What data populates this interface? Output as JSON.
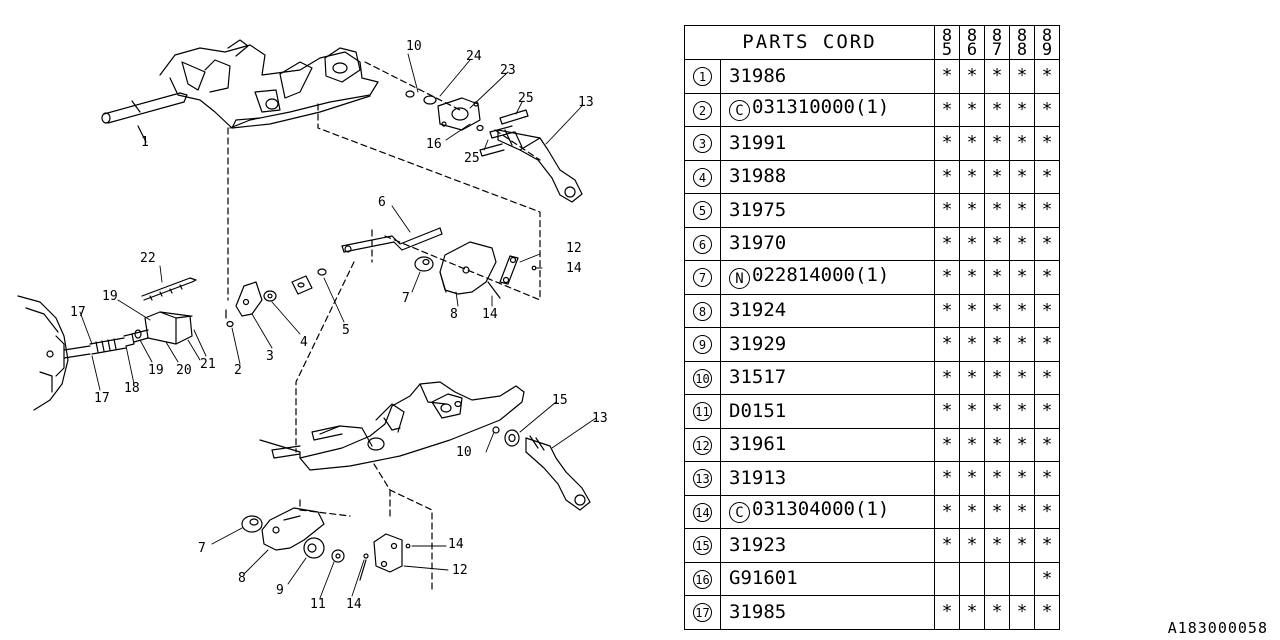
{
  "table": {
    "title": "PARTS CORD",
    "years": [
      [
        "8",
        "5"
      ],
      [
        "8",
        "6"
      ],
      [
        "8",
        "7"
      ],
      [
        "8",
        "8"
      ],
      [
        "8",
        "9"
      ]
    ],
    "rows": [
      {
        "num": "1",
        "prefix": "",
        "code": "31986",
        "marks": [
          "*",
          "*",
          "*",
          "*",
          "*"
        ]
      },
      {
        "num": "2",
        "prefix": "C",
        "code": "031310000(1)",
        "marks": [
          "*",
          "*",
          "*",
          "*",
          "*"
        ]
      },
      {
        "num": "3",
        "prefix": "",
        "code": "31991",
        "marks": [
          "*",
          "*",
          "*",
          "*",
          "*"
        ]
      },
      {
        "num": "4",
        "prefix": "",
        "code": "31988",
        "marks": [
          "*",
          "*",
          "*",
          "*",
          "*"
        ]
      },
      {
        "num": "5",
        "prefix": "",
        "code": "31975",
        "marks": [
          "*",
          "*",
          "*",
          "*",
          "*"
        ]
      },
      {
        "num": "6",
        "prefix": "",
        "code": "31970",
        "marks": [
          "*",
          "*",
          "*",
          "*",
          "*"
        ]
      },
      {
        "num": "7",
        "prefix": "N",
        "code": "022814000(1)",
        "marks": [
          "*",
          "*",
          "*",
          "*",
          "*"
        ]
      },
      {
        "num": "8",
        "prefix": "",
        "code": "31924",
        "marks": [
          "*",
          "*",
          "*",
          "*",
          "*"
        ]
      },
      {
        "num": "9",
        "prefix": "",
        "code": "31929",
        "marks": [
          "*",
          "*",
          "*",
          "*",
          "*"
        ]
      },
      {
        "num": "10",
        "prefix": "",
        "code": "31517",
        "marks": [
          "*",
          "*",
          "*",
          "*",
          "*"
        ]
      },
      {
        "num": "11",
        "prefix": "",
        "code": "D0151",
        "marks": [
          "*",
          "*",
          "*",
          "*",
          "*"
        ]
      },
      {
        "num": "12",
        "prefix": "",
        "code": "31961",
        "marks": [
          "*",
          "*",
          "*",
          "*",
          "*"
        ]
      },
      {
        "num": "13",
        "prefix": "",
        "code": "31913",
        "marks": [
          "*",
          "*",
          "*",
          "*",
          "*"
        ]
      },
      {
        "num": "14",
        "prefix": "C",
        "code": "031304000(1)",
        "marks": [
          "*",
          "*",
          "*",
          "*",
          "*"
        ]
      },
      {
        "num": "15",
        "prefix": "",
        "code": "31923",
        "marks": [
          "*",
          "*",
          "*",
          "*",
          "*"
        ]
      },
      {
        "num": "16",
        "prefix": "",
        "code": "G91601",
        "marks": [
          "",
          "",
          "",
          "",
          "*"
        ]
      },
      {
        "num": "17",
        "prefix": "",
        "code": "31985",
        "marks": [
          "*",
          "*",
          "*",
          "*",
          "*"
        ]
      }
    ]
  },
  "diagram": {
    "callouts": [
      "1",
      "10",
      "24",
      "23",
      "25",
      "13",
      "16",
      "25",
      "6",
      "12",
      "14",
      "22",
      "19",
      "17",
      "7",
      "8",
      "14",
      "2",
      "3",
      "4",
      "5",
      "18",
      "19",
      "20",
      "21",
      "17",
      "15",
      "13",
      "10",
      "14",
      "7",
      "8",
      "9",
      "11",
      "14",
      "12"
    ]
  },
  "doc_id": "A183000058"
}
